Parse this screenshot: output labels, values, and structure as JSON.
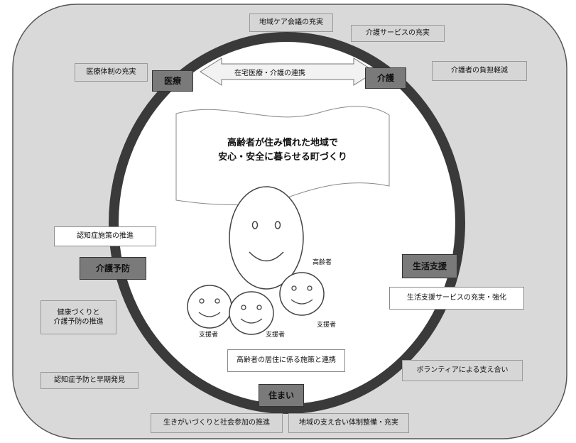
{
  "center": {
    "line1": "高齢者が住み慣れた地域で",
    "line2": "安心・安全に暮らせる町づくり"
  },
  "nodes": {
    "iryo": "医療",
    "kaigo": "介護",
    "seikatsu_shien": "生活支援",
    "sumai": "住まい",
    "kaigo_yobo": "介護予防"
  },
  "arrow_label": "在宅医療・介護の連携",
  "boxes": {
    "chiiki_care": "地域ケア会議の充実",
    "kaigo_service": "介護サービスの充実",
    "iryo_taisei": "医療体制の充実",
    "kaigosha_futan": "介護者の負担軽減",
    "ninchisho_shisaku": "認知症施策の推進",
    "kenko_zukuri": "健康づくりと\n介護予防の推進",
    "seikatsu_service": "生活支援サービスの充実・強化",
    "volunteer": "ボランティアによる支え合い",
    "ninchisho_yobo": "認知症予防と早期発見",
    "kyoju": "高齢者の居住に係る施策と連携",
    "ikigai": "生きがいづくりと社会参加の推進",
    "sasaeai": "地域の支え合い体制整備・充実"
  },
  "people": {
    "elder": "高齢者",
    "supporter1": "支援者",
    "supporter2": "支援者",
    "supporter3": "支援者"
  }
}
